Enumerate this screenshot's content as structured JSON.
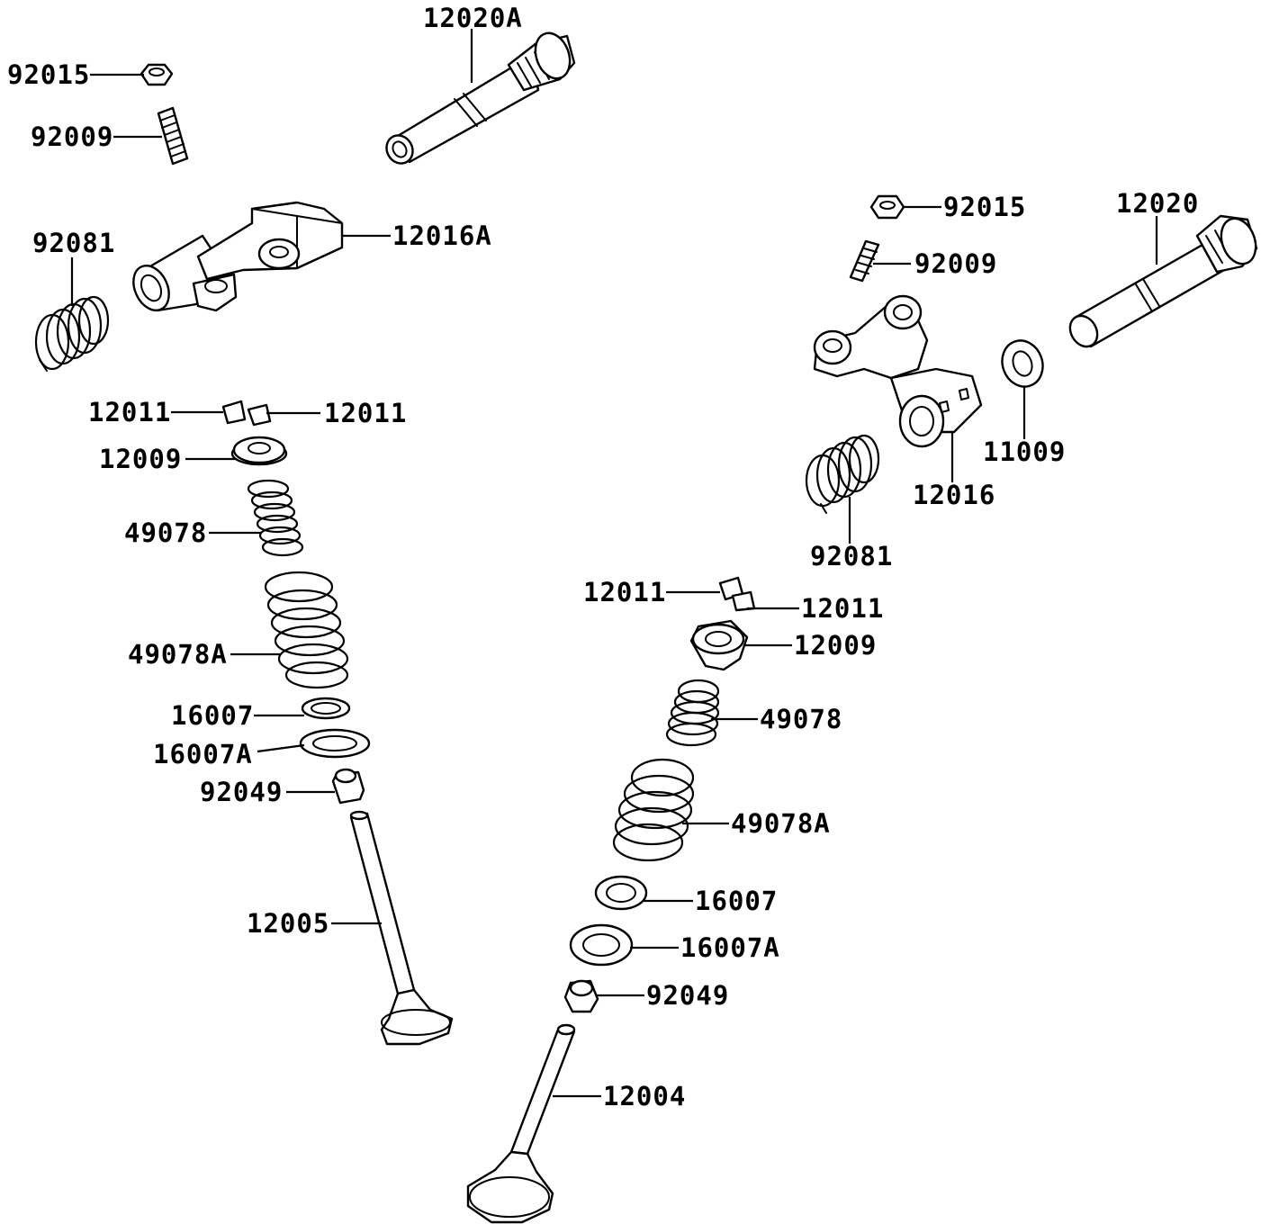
{
  "labels": {
    "l_12020A": "12020A",
    "l_92015_left": "92015",
    "l_92009_left": "92009",
    "l_92081_left": "92081",
    "l_12016A": "12016A",
    "l_12011_left_a": "12011",
    "l_12011_left_b": "12011",
    "l_12009_left": "12009",
    "l_49078_left": "49078",
    "l_49078A_left": "49078A",
    "l_16007_left": "16007",
    "l_16007A_left": "16007A",
    "l_92049_left": "92049",
    "l_12005": "12005",
    "l_92015_right": "92015",
    "l_12020": "12020",
    "l_92009_right": "92009",
    "l_11009": "11009",
    "l_12016": "12016",
    "l_92081_right": "92081",
    "l_12011_right_a": "12011",
    "l_12011_right_b": "12011",
    "l_12009_right": "12009",
    "l_49078_right": "49078",
    "l_49078A_right": "49078A",
    "l_16007_right": "16007",
    "l_16007A_right": "16007A",
    "l_92049_right": "92049",
    "l_12004": "12004"
  },
  "colors": {
    "line": "#000000",
    "background": "#ffffff"
  }
}
